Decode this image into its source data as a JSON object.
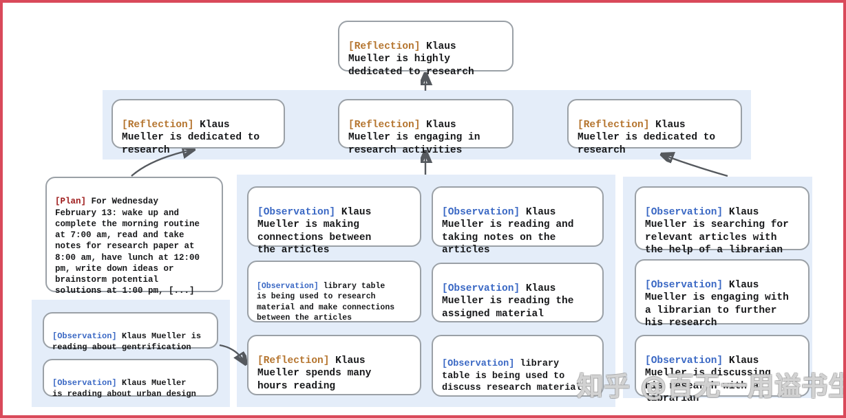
{
  "colors": {
    "border_red": "#d9495a",
    "band_blue": "#e4edf9",
    "node_border": "#9aa0a6",
    "text": "#17181a",
    "tag_reflection": "#b5752f",
    "tag_observation": "#3a68c4",
    "tag_plan": "#9e1b1b",
    "arrow": "#55595e"
  },
  "watermark": {
    "text": "知乎 @百无一用谥书生"
  },
  "nodes": {
    "top_reflection": {
      "tag": "[Reflection]",
      "text": "Klaus\nMueller is highly\ndedicated to research"
    },
    "reflection_left": {
      "tag": "[Reflection]",
      "text": "Klaus\nMueller is dedicated to\nresearch"
    },
    "reflection_center": {
      "tag": "[Reflection]",
      "text": "Klaus\nMueller is engaging in\nresearch activities"
    },
    "reflection_right": {
      "tag": "[Reflection]",
      "text": "Klaus\nMueller is dedicated to\nresearch"
    },
    "plan": {
      "tag": "[Plan]",
      "text": "For Wednesday\nFebruary 13: wake up and\ncomplete the morning routine\nat 7:00 am, read and take\nnotes for research paper at\n8:00 am, have lunch at 12:00\npm, write down ideas or\nbrainstorm potential\nsolutions at 1:00 pm, [...]"
    },
    "obs_gentrification": {
      "tag": "[Observation]",
      "text": "Klaus Mueller is\nreading about gentrification"
    },
    "obs_urban_design": {
      "tag": "[Observation]",
      "text": "Klaus Mueller\nis reading about urban design"
    },
    "obs_connections": {
      "tag": "[Observation]",
      "text": "Klaus\nMueller is making\nconnections between\nthe articles"
    },
    "obs_library_research": {
      "tag": "[Observation]",
      "text": "library table\nis being used to research\nmaterial and make connections\nbetween the articles"
    },
    "reflection_hours": {
      "tag": "[Reflection]",
      "text": "Klaus\nMueller spends many\nhours reading"
    },
    "obs_taking_notes": {
      "tag": "[Observation]",
      "text": "Klaus\nMueller is reading and\ntaking notes on the\narticles"
    },
    "obs_assigned_material": {
      "tag": "[Observation]",
      "text": "Klaus\nMueller is reading the\nassigned material"
    },
    "obs_library_discuss": {
      "tag": "[Observation]",
      "text": "library\ntable is being used to\ndiscuss research material"
    },
    "obs_searching_articles": {
      "tag": "[Observation]",
      "text": "Klaus\nMueller is searching for\nrelevant articles with\nthe help of a librarian"
    },
    "obs_engaging_librarian": {
      "tag": "[Observation]",
      "text": "Klaus\nMueller is engaging with\na librarian to further\nhis research"
    },
    "obs_discussing": {
      "tag": "[Observation]",
      "text": "Klaus\nMueller is discussing\nhis research with a\nlibrarian"
    }
  }
}
